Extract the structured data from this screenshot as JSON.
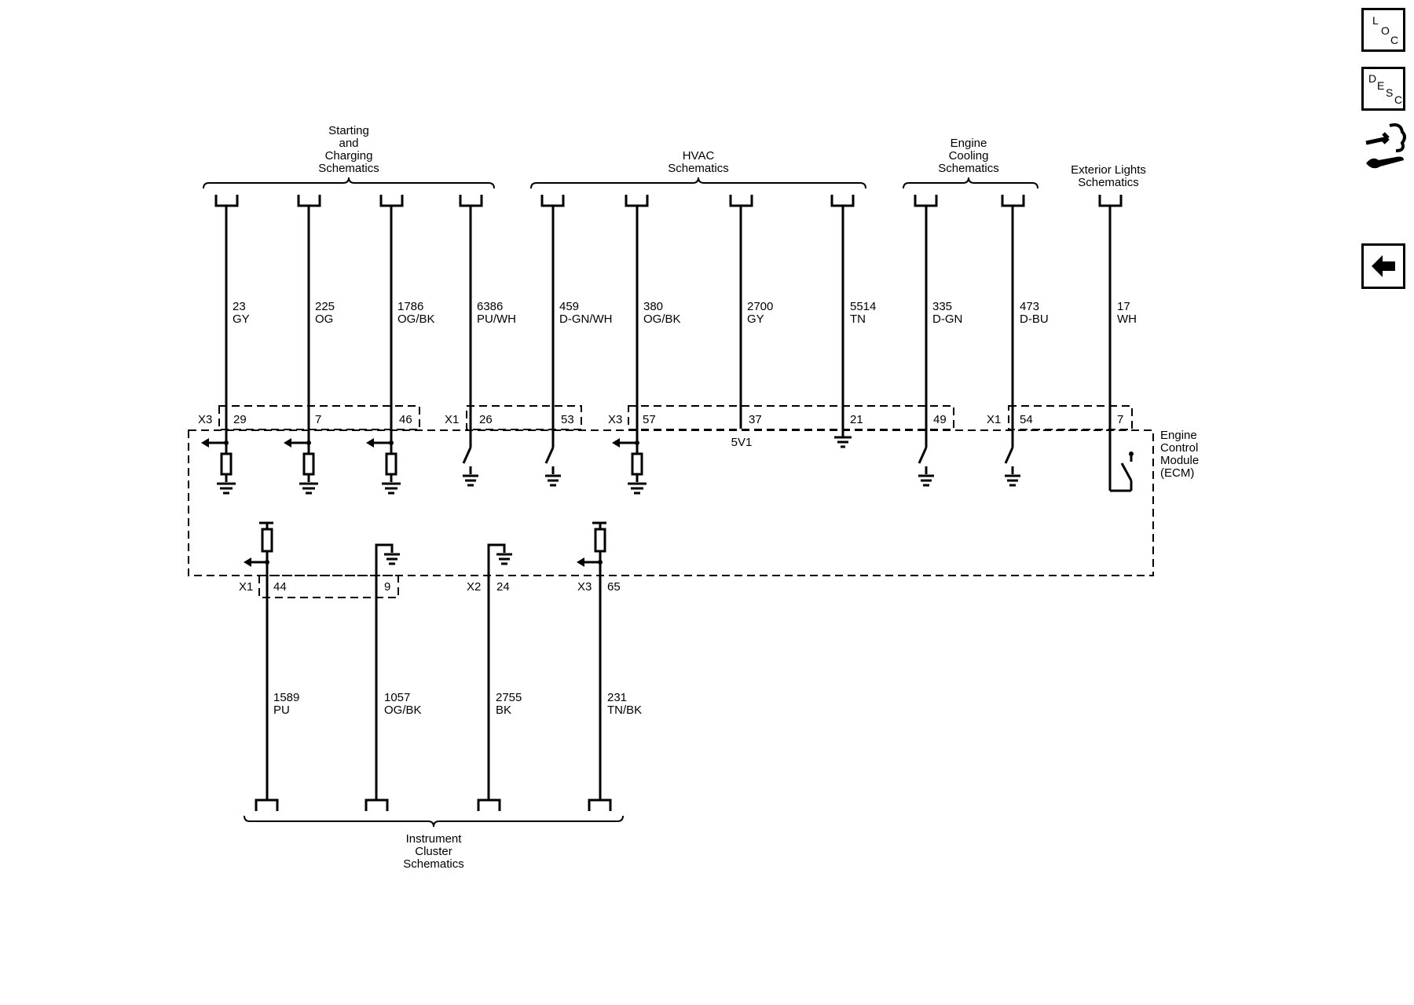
{
  "groups": {
    "starting": [
      "Starting",
      "and",
      "Charging",
      "Schematics"
    ],
    "hvac": [
      "HVAC",
      "Schematics"
    ],
    "cooling": [
      "Engine",
      "Cooling",
      "Schematics"
    ],
    "exterior": [
      "Exterior Lights",
      "Schematics"
    ],
    "cluster": [
      "Instrument",
      "Cluster",
      "Schematics"
    ]
  },
  "ecm_label": [
    "Engine",
    "Control",
    "Module",
    "(ECM)"
  ],
  "top_wires": [
    {
      "circuit": "23",
      "color": "GY",
      "connector": "X3",
      "pin": "29"
    },
    {
      "circuit": "225",
      "color": "OG",
      "connector": "",
      "pin": "7"
    },
    {
      "circuit": "1786",
      "color": "OG/BK",
      "connector": "",
      "pin": "46"
    },
    {
      "circuit": "6386",
      "color": "PU/WH",
      "connector": "X1",
      "pin": "26"
    },
    {
      "circuit": "459",
      "color": "D-GN/WH",
      "connector": "",
      "pin": "53"
    },
    {
      "circuit": "380",
      "color": "OG/BK",
      "connector": "X3",
      "pin": "57"
    },
    {
      "circuit": "2700",
      "color": "GY",
      "connector": "",
      "pin": "37"
    },
    {
      "circuit": "5514",
      "color": "TN",
      "connector": "",
      "pin": "21"
    },
    {
      "circuit": "335",
      "color": "D-GN",
      "connector": "",
      "pin": "49"
    },
    {
      "circuit": "473",
      "color": "D-BU",
      "connector": "X1",
      "pin": "54"
    },
    {
      "circuit": "17",
      "color": "WH",
      "connector": "",
      "pin": "7"
    }
  ],
  "bottom_wires": [
    {
      "circuit": "1589",
      "color": "PU",
      "connector": "X1",
      "pin": "44"
    },
    {
      "circuit": "1057",
      "color": "OG/BK",
      "connector": "",
      "pin": "9"
    },
    {
      "circuit": "2755",
      "color": "BK",
      "connector": "X2",
      "pin": "24"
    },
    {
      "circuit": "231",
      "color": "TN/BK",
      "connector": "X3",
      "pin": "65"
    }
  ],
  "reference_5v": "5V1",
  "nav": {
    "loc": [
      "L",
      "O",
      "C"
    ],
    "desc": [
      "D",
      "E",
      "S",
      "C"
    ]
  }
}
